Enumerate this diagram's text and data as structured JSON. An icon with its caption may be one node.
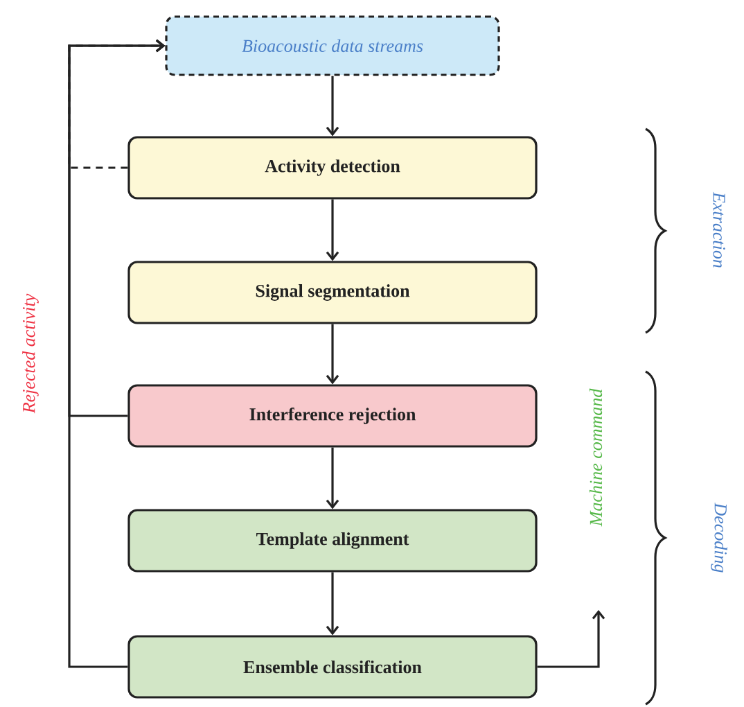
{
  "diagram": {
    "nodes": [
      {
        "text": [
          "Bioacoustic data streams"
        ]
      },
      {
        "text": [
          "Activity detection"
        ]
      },
      {
        "text": [
          "Signal segmentation"
        ]
      },
      {
        "text": [
          "Interference rejection"
        ]
      },
      {
        "text": [
          "Template alignment"
        ]
      },
      {
        "text": [
          "Ensemble classification"
        ]
      }
    ],
    "edges": [
      {
        "from": 0,
        "to": 1,
        "arrow": "to"
      },
      {
        "from": 1,
        "to": 2,
        "arrow": "to"
      },
      {
        "from": 2,
        "to": 3,
        "arrow": "to"
      },
      {
        "from": 3,
        "to": 4,
        "arrow": "to"
      },
      {
        "from": 4,
        "to": 5,
        "arrow": "to"
      },
      {
        "from": 5,
        "to": 0,
        "arrow": "to",
        "label": "Rejected activity"
      },
      {
        "from": 3,
        "to": 0,
        "arrow": "to"
      },
      {
        "from": 1,
        "to": 0,
        "arrow": "to",
        "style": "dashed"
      },
      {
        "from": 5,
        "to": null,
        "arrow": "to",
        "label": "Machine command"
      }
    ],
    "labels": [
      "Extraction",
      "Decoding"
    ]
  }
}
